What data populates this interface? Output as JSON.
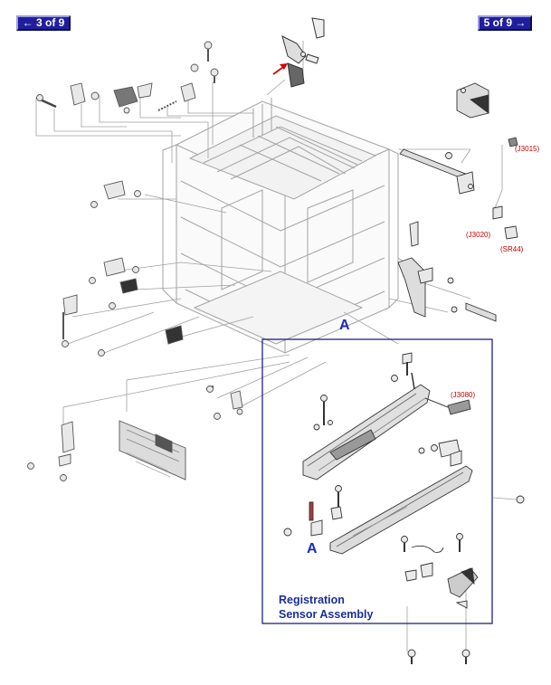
{
  "nav": {
    "prev_label": "← 3 of 9",
    "next_label": "5 of 9 →"
  },
  "callouts": {
    "j3015": "(J3015)",
    "j3020": "(J3020)",
    "sr44": "(SR44)",
    "j3080": "(J3080)",
    "marker_a_main": "A",
    "marker_a_inset": "A"
  },
  "inset": {
    "title_line1": "Registration",
    "title_line2": "Sensor Assembly"
  },
  "colors": {
    "nav_bg": "#1f1f9e",
    "inset_border": "#1a2380",
    "callout_red": "#c00000",
    "marker_blue": "#1a2fb0",
    "line_gray": "#9a9a9a"
  }
}
